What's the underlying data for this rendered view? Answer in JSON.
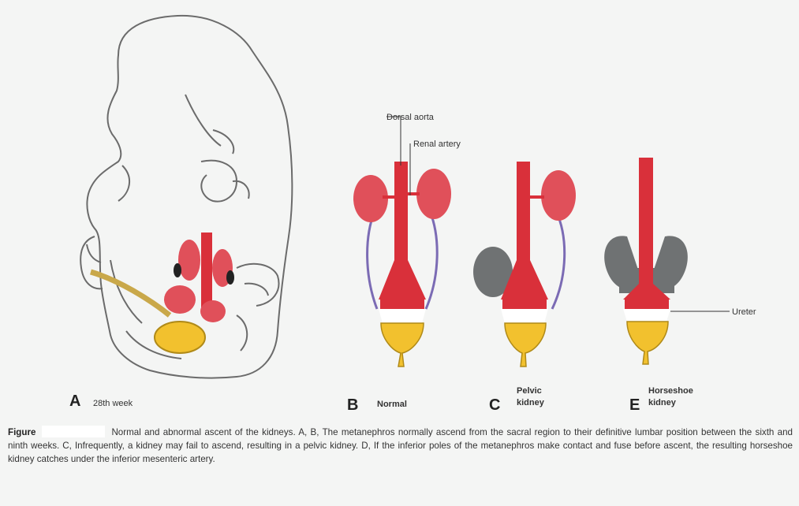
{
  "panels": {
    "a": {
      "letter": "A",
      "label": "28th week"
    },
    "b": {
      "letter": "B",
      "label": "Normal"
    },
    "c": {
      "letter": "C",
      "label_line1": "Pelvic",
      "label_line2": "kidney"
    },
    "e": {
      "letter": "E",
      "label_line1": "Horseshoe",
      "label_line2": "kidney"
    }
  },
  "labels": {
    "dorsal_aorta": "Dorsal aorta",
    "renal_artery": "Renal artery",
    "ureter": "Ureter"
  },
  "caption": {
    "figure_word": "Figure",
    "text": "Normal and abnormal ascent of the kidneys. A, B, The metanephros normally ascend from the sacral region to their definitive lumbar position between the sixth and ninth weeks. C, Infrequently, a kidney may fail to ascend, resulting in a pelvic kidney. D, If the inferior poles of the metanephros make contact and fuse before ascent, the resulting horseshoe kidney catches under the inferior mesenteric artery."
  },
  "colors": {
    "aorta_red": "#d9303a",
    "kidney_red": "#e0505a",
    "kidney_gray": "#6f7273",
    "ureter_purple": "#7b6bb4",
    "bladder_yellow": "#f2c12e",
    "outline": "#6b6b6b"
  }
}
